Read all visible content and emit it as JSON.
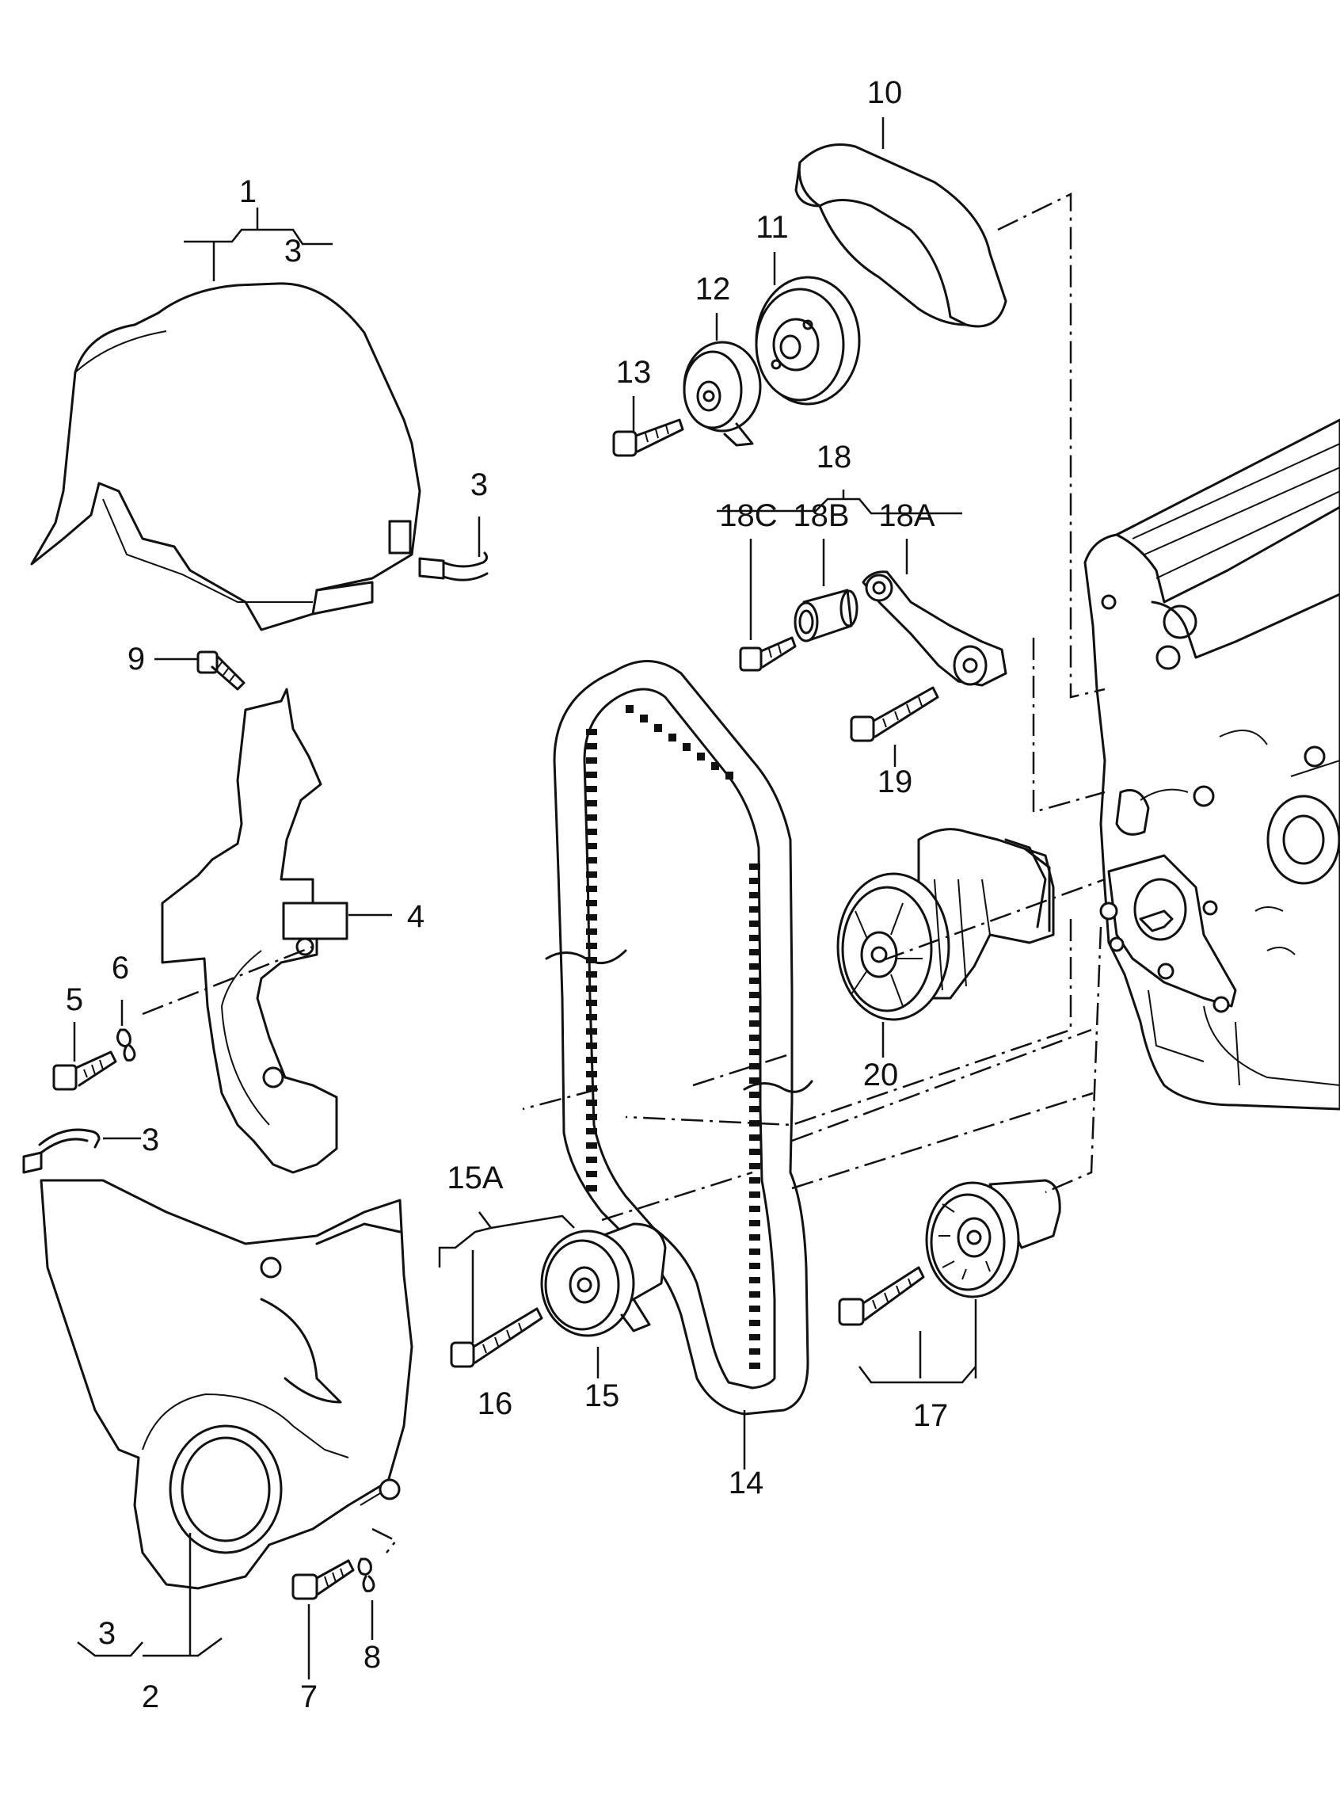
{
  "diagram": {
    "callouts": [
      {
        "id": "c1",
        "text": "1"
      },
      {
        "id": "c3a",
        "text": "3"
      },
      {
        "id": "c3b",
        "text": "3"
      },
      {
        "id": "c9",
        "text": "9"
      },
      {
        "id": "c4",
        "text": "4"
      },
      {
        "id": "c6",
        "text": "6"
      },
      {
        "id": "c5",
        "text": "5"
      },
      {
        "id": "c3c",
        "text": "3"
      },
      {
        "id": "c3d",
        "text": "3"
      },
      {
        "id": "c2",
        "text": "2"
      },
      {
        "id": "c7",
        "text": "7"
      },
      {
        "id": "c8",
        "text": "8"
      },
      {
        "id": "c10",
        "text": "10"
      },
      {
        "id": "c11",
        "text": "11"
      },
      {
        "id": "c12",
        "text": "12"
      },
      {
        "id": "c13",
        "text": "13"
      },
      {
        "id": "c18",
        "text": "18"
      },
      {
        "id": "c18C",
        "text": "18C"
      },
      {
        "id": "c18B",
        "text": "18B"
      },
      {
        "id": "c18A",
        "text": "18A"
      },
      {
        "id": "c19",
        "text": "19"
      },
      {
        "id": "c20",
        "text": "20"
      },
      {
        "id": "c15A",
        "text": "15A"
      },
      {
        "id": "c16",
        "text": "16"
      },
      {
        "id": "c15",
        "text": "15"
      },
      {
        "id": "c14",
        "text": "14"
      },
      {
        "id": "c17",
        "text": "17"
      }
    ]
  }
}
